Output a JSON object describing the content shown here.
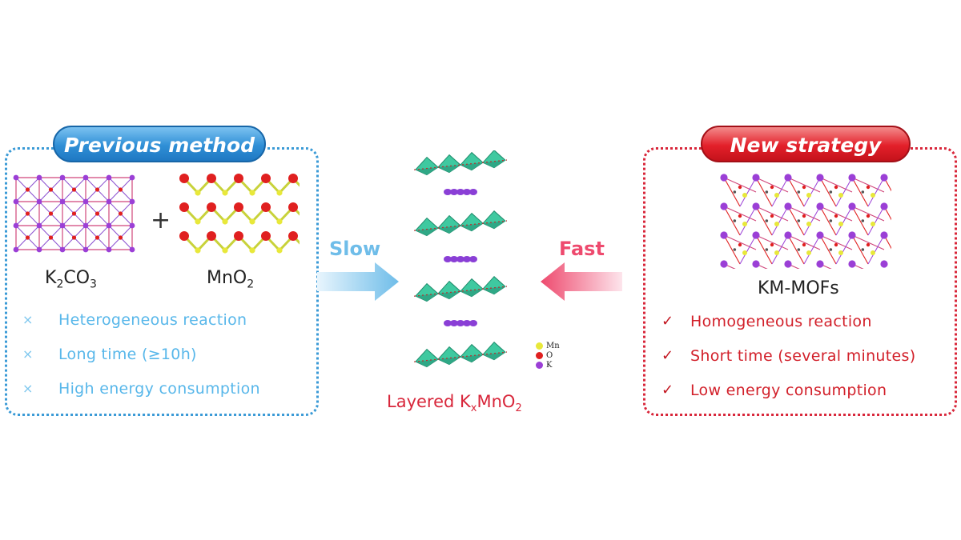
{
  "previous": {
    "title": "Previous method",
    "reactant1": {
      "main": "K",
      "s1": "2",
      "mid": "CO",
      "s2": "3"
    },
    "reactant2": {
      "main": "MnO",
      "s1": "2"
    },
    "plus": "+",
    "items": [
      {
        "mark": "×",
        "text": "Heterogeneous reaction"
      },
      {
        "mark": "×",
        "text": "Long time (≥10h)"
      },
      {
        "mark": "×",
        "text": "High energy consumption"
      }
    ]
  },
  "new": {
    "title": "New strategy",
    "product_label": "KM-MOFs",
    "items": [
      {
        "mark": "✓",
        "text": "Homogeneous reaction"
      },
      {
        "mark": "✓",
        "text": "Short time (several minutes)"
      },
      {
        "mark": "✓",
        "text": "Low energy consumption"
      }
    ]
  },
  "arrows": {
    "slow": "Slow",
    "fast": "Fast"
  },
  "center": {
    "caption": {
      "pre": "Layered K",
      "sub1": "x",
      "mid": "MnO",
      "sub2": "2"
    },
    "legend": [
      {
        "label": "Mn",
        "color": "#e8e83a"
      },
      {
        "label": "O",
        "color": "#e02020"
      },
      {
        "label": "K",
        "color": "#9b3fd6"
      }
    ]
  },
  "colors": {
    "blue": "#3a9ad6",
    "red": "#d8263a",
    "teal": "#3fc9a0",
    "purple": "#8a3fd6"
  }
}
